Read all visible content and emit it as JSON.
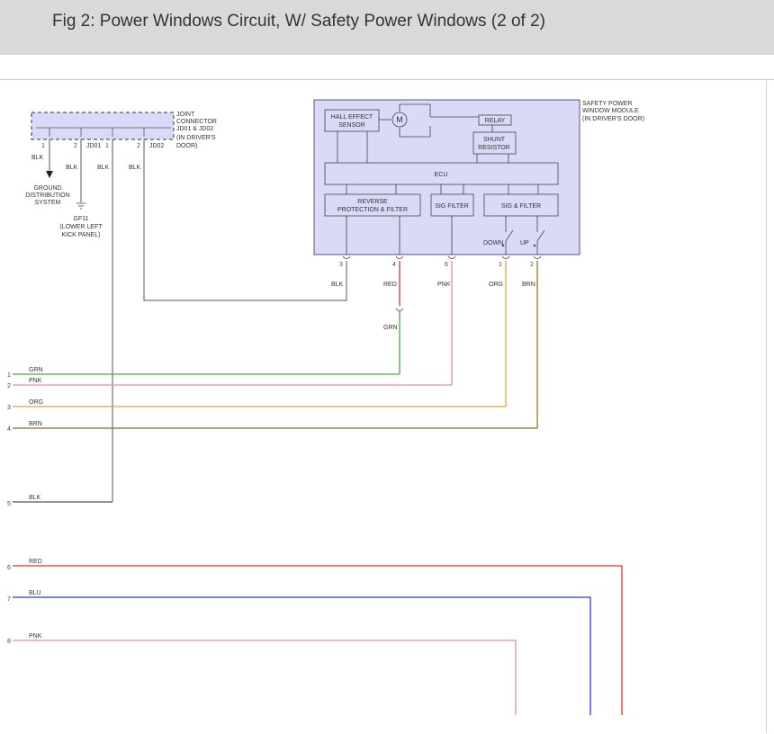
{
  "header": {
    "title": "Fig 2: Power Windows Circuit, W/ Safety Power Windows (2 of 2)"
  },
  "joint_connector": {
    "label_lines": [
      "JOINT",
      "CONNECTOR",
      "JD01 & JD02",
      "(IN DRIVER'S",
      "DOOR)"
    ],
    "jd01": "JD01",
    "jd02": "JD02",
    "pins": [
      "1",
      "2",
      "1",
      "2"
    ]
  },
  "ground": {
    "wire_color": "BLK",
    "system_lines": [
      "GROUND",
      "DISTRIBUTION",
      "SYSTEM"
    ],
    "gf11_lines": [
      "GF11",
      "(LOWER LEFT",
      "KICK PANEL)"
    ]
  },
  "jc_wire_labels": [
    "BLK",
    "BLK",
    "BLK"
  ],
  "module": {
    "label_lines": [
      "SAFETY POWER",
      "WINDOW MODULE",
      "(IN DRIVER'S DOOR)"
    ],
    "hall_sensor_lines": [
      "HALL EFFECT",
      "SENSOR"
    ],
    "motor": "M",
    "relay": "RELAY",
    "shunt_lines": [
      "SHUNT",
      "RESISTOR"
    ],
    "ecu": "ECU",
    "reverse_lines": [
      "REVERSE",
      "PROTECTION & FILTER"
    ],
    "sig_filter": "SIG FILTER",
    "sig_and_filter": "SIG & FILTER",
    "down": "DOWN",
    "up": "UP"
  },
  "module_pins": [
    {
      "pin": "3",
      "wire": "BLK",
      "color": "#555555"
    },
    {
      "pin": "4",
      "wire": "RED",
      "color": "#e8322a"
    },
    {
      "pin": "6",
      "wire": "PNK",
      "color": "#f28a9c"
    },
    {
      "pin": "1",
      "wire": "ORG",
      "color": "#f0a23a"
    },
    {
      "pin": "2",
      "wire": "BRN",
      "color": "#a07a1a"
    }
  ],
  "inline_connector": {
    "wire": "GRN"
  },
  "harness": [
    {
      "num": "1",
      "color_name": "GRN",
      "color": "#3cb43c"
    },
    {
      "num": "2",
      "color_name": "PNK",
      "color": "#f28a9c"
    },
    {
      "num": "3",
      "color_name": "ORG",
      "color": "#f0a23a"
    },
    {
      "num": "4",
      "color_name": "BRN",
      "color": "#8a6d1a"
    },
    {
      "num": "5",
      "color_name": "BLK",
      "color": "#555555"
    },
    {
      "num": "6",
      "color_name": "RED",
      "color": "#e8322a"
    },
    {
      "num": "7",
      "color_name": "BLU",
      "color": "#2a3ae0"
    },
    {
      "num": "8",
      "color_name": "PNK",
      "color": "#f28a9c"
    }
  ],
  "colors": {
    "module_fill": "#d9daf8",
    "module_stroke": "#555577"
  }
}
